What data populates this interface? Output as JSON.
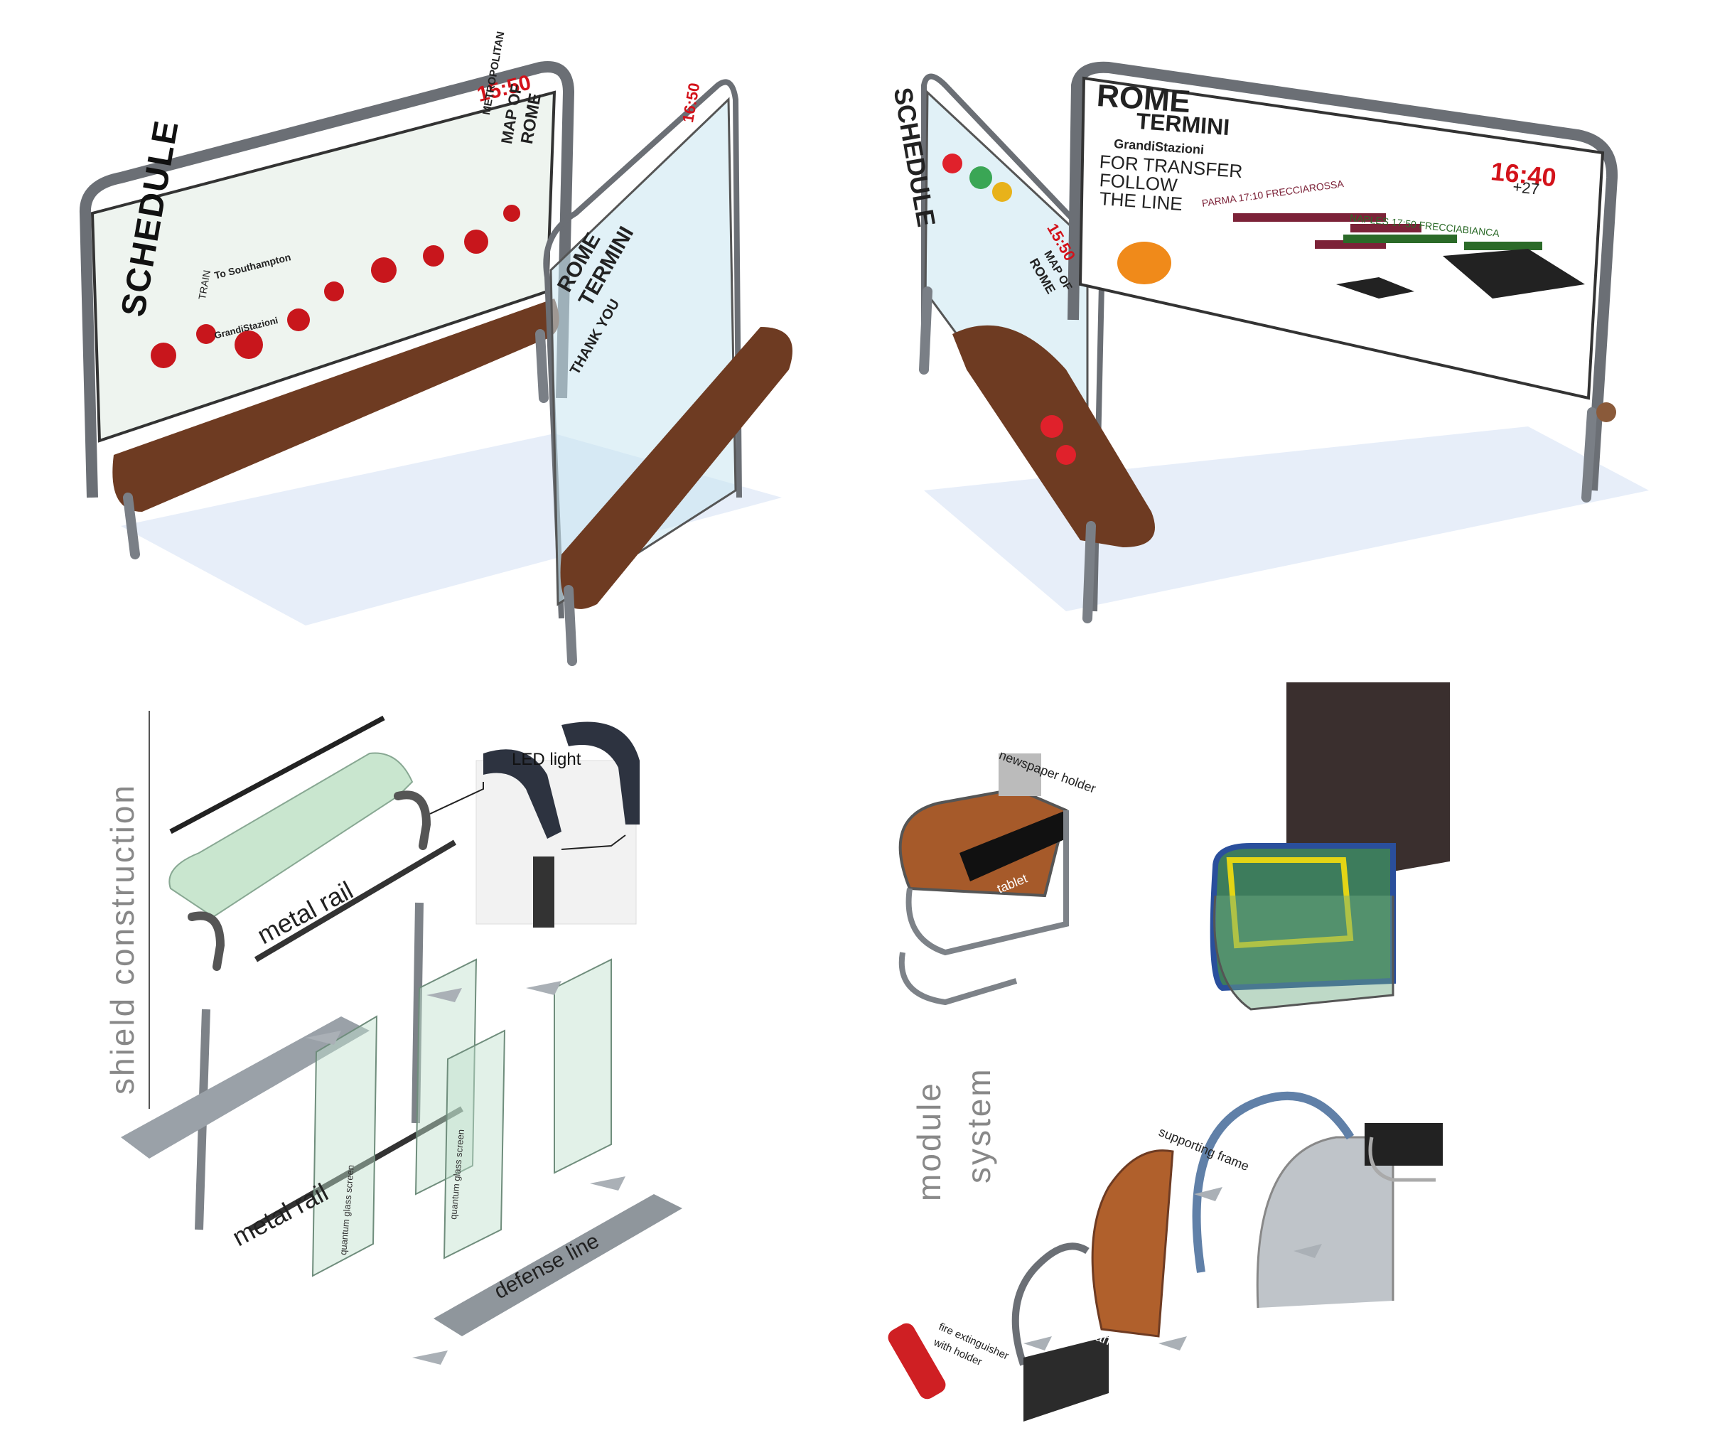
{
  "signs": {
    "a": {
      "time": "15:50",
      "line1": "METROPOLITAN",
      "line2": "MAP OF",
      "line3": "ROME",
      "word": "SCHEDULE",
      "train": "TRAIN",
      "dest": "To Southampton",
      "brand": "GrandiStazioni"
    },
    "b": {
      "time": "16:50",
      "title1": "ROME",
      "title2": "TERMINI",
      "thanks": "THANK YOU"
    },
    "c": {
      "time": "15:50",
      "word": "SCHEDULE",
      "line1": "MAP OF",
      "line2": "ROME"
    },
    "d": {
      "title1": "ROME",
      "title2": "TERMINI",
      "brand": "GrandiStazioni",
      "for": "FOR TRANSFER",
      "follow": "FOLLOW",
      "theline": "THE LINE",
      "time": "16:40",
      "temp": "+27",
      "parma": "PARMA 17:10 FRECCIAROSSA",
      "naples": "NAPLES 17:50 FRECCIABIANCA"
    }
  },
  "shield": {
    "title": "shield construction",
    "led": "LED light",
    "rail1": "metal rail",
    "rail2": "metal rail",
    "glass1": "quantum glass screen",
    "glass2": "quantum glass screen",
    "defense": "defense line"
  },
  "module": {
    "title1": "module",
    "title2": "system",
    "newspaper": "newspaper holder",
    "tablet": "tablet",
    "supporting": "supporting frame",
    "additional": "additional frame",
    "fire1": "fire extinguisher",
    "fire2": "with holder"
  },
  "colors": {
    "wood": "#6e3b22",
    "frame": "#6b6f75",
    "glass": "#bde1cd",
    "accent_red": "#d3121a"
  }
}
